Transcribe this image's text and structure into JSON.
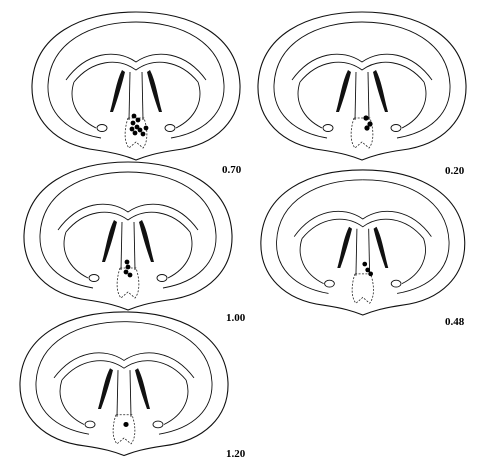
{
  "figure": {
    "sections": [
      {
        "id": "s070",
        "label": "0.70",
        "dots": 9
      },
      {
        "id": "s020",
        "label": "0.20",
        "dots": 3
      },
      {
        "id": "s100",
        "label": "1.00",
        "dots": 4
      },
      {
        "id": "s048",
        "label": "0.48",
        "dots": 3
      },
      {
        "id": "s120",
        "label": "1.20",
        "dots": 1
      }
    ]
  }
}
